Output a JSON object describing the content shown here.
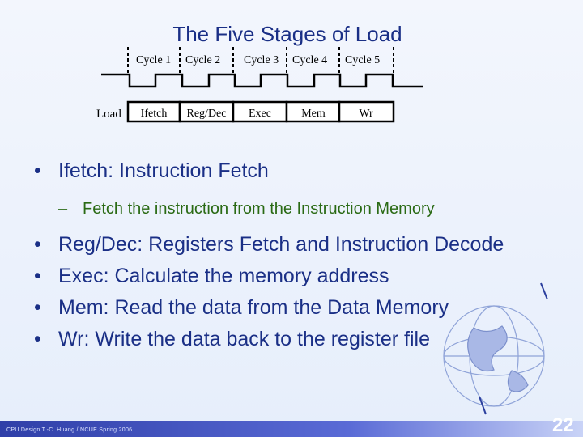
{
  "slide": {
    "title": "The Five Stages of Load",
    "cycles": [
      "Cycle 1",
      "Cycle 2",
      "Cycle 3",
      "Cycle 4",
      "Cycle 5"
    ],
    "row_label": "Load",
    "stages": [
      "Ifetch",
      "Reg/Dec",
      "Exec",
      "Mem",
      "Wr"
    ],
    "bullets": [
      {
        "text": "Ifetch: Instruction Fetch",
        "sub": "Fetch the instruction from the Instruction Memory"
      },
      {
        "text": "Reg/Dec: Registers Fetch  and Instruction Decode"
      },
      {
        "text": "Exec: Calculate the memory address"
      },
      {
        "text": "Mem: Read the data from the Data Memory"
      },
      {
        "text": "Wr: Write the data back to the register file"
      }
    ],
    "footer": "CPU Design    T.-C. Huang / NCUE   Spring 2006",
    "page_number": "22",
    "colors": {
      "title": "#1a2f86",
      "bullet": "#1a2f86",
      "sub_bullet": "#2a6a14",
      "pipeline_box": "#000000"
    }
  }
}
